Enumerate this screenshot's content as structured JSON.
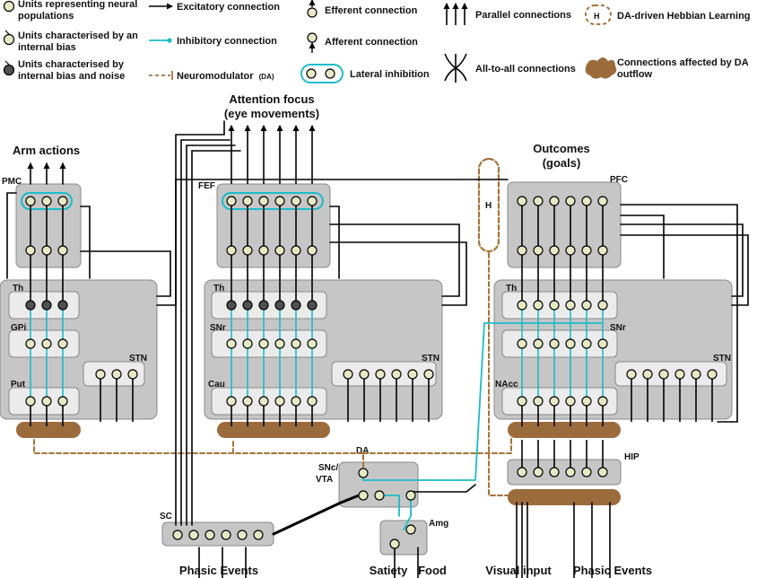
{
  "legend": {
    "units_neural": "Units representing neural populations",
    "units_bias": "Units characterised by an internal bias",
    "units_bias_noise": "Units characterised by internal bias and noise",
    "excitatory": "Excitatory connection",
    "inhibitory": "Inhibitory connection",
    "neuromodulator": "Neuromodulator",
    "neuromodulator_tag": "(DA)",
    "efferent": "Efferent connection",
    "afferent": "Afferent connection",
    "lateral_inhibition": "Lateral inhibition",
    "parallel": "Parallel connections",
    "all_to_all": "All-to-all connections",
    "hebbian": "DA-driven Hebbian Learning",
    "hebbian_symbol": "H",
    "da_outflow": "Connections affected by DA outflow"
  },
  "titles": {
    "arm_actions": "Arm actions",
    "attention_focus": "Attention focus",
    "eye_movements": "(eye movements)",
    "outcomes": "Outcomes",
    "goals": "(goals)"
  },
  "blocks": {
    "pmc": "PMC",
    "fef": "FEF",
    "pfc": "PFC",
    "th": "Th",
    "gpi": "GPi",
    "snr": "SNr",
    "stn": "STN",
    "put": "Put",
    "cau": "Cau",
    "nacc": "NAcc",
    "hip": "HIP",
    "da": "DA",
    "snc": "SNc/",
    "vta": "VTA",
    "amg": "Amg",
    "sc": "SC",
    "h": "H"
  },
  "inputs": {
    "phasic_left": "Phasic Events",
    "satiety": "Satiety",
    "food": "Food",
    "visual": "Visual input",
    "phasic_right": "Phasic Events"
  },
  "colors": {
    "unit_fill": "#e6e8c6",
    "unit_dark": "#505050",
    "excitatory": "#000000",
    "inhibitory": "#1cbcc8",
    "dopamine": "#a5733a",
    "da_blob": "#9b6b3c",
    "box_outer": "#c6c6c6",
    "box_inner": "#ebebeb"
  }
}
